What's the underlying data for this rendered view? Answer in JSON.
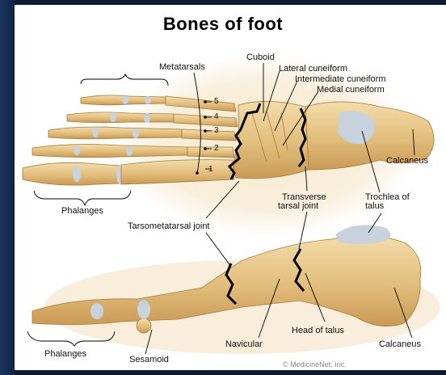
{
  "title": "Bones of foot",
  "labels": {
    "metatarsals": "Metatarsals",
    "cuboid": "Cuboid",
    "lateral_cuneiform": "Lateral cuneiform",
    "intermediate_cuneiform": "Intermediate cuneiform",
    "medial_cuneiform": "Medial cuneiform",
    "calcaneus_top": "Calcaneus",
    "phalanges_top": "Phalanges",
    "transverse_tarsal_joint_1": "Transverse",
    "transverse_tarsal_joint_2": "tarsal joint",
    "trochlea_1": "Trochlea of",
    "trochlea_2": "talus",
    "tarsometatarsal_joint": "Tarsometatarsal joint",
    "head_of_talus": "Head of talus",
    "navicular": "Navicular",
    "calcaneus_bottom": "Calcaneus",
    "phalanges_bottom": "Phalanges",
    "sesamoid": "Sesamoid"
  },
  "metatarsal_numbers": [
    "5",
    "4",
    "3",
    "2",
    "1"
  ],
  "credit": "© MedicineNet, Inc.",
  "colors": {
    "frame": "#0d1b33",
    "panel": "#ffffff",
    "glow": "#f7ebd0",
    "bone": "#e8c88a",
    "bone_dark": "#c99a55",
    "cartilage": "#c8d2dc",
    "joint_line": "#000000"
  }
}
